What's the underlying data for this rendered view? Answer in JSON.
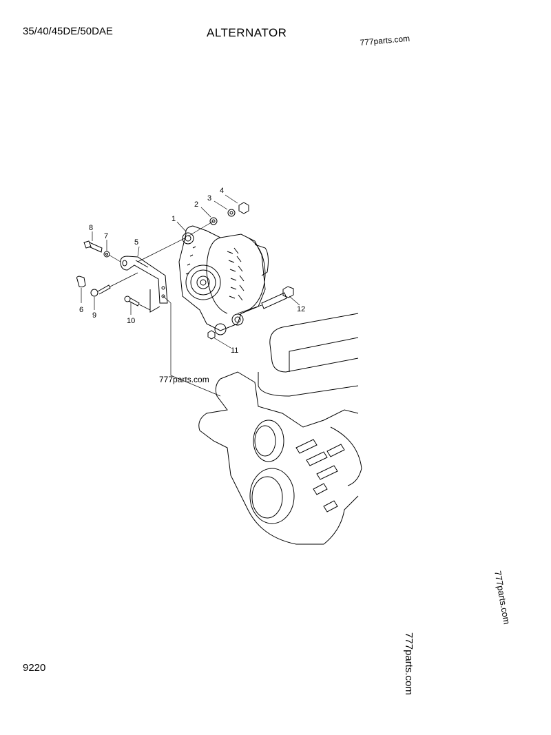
{
  "header": {
    "model": "35/40/45DE/50DAE",
    "title": "ALTERNATOR"
  },
  "footer": {
    "page_number": "9220"
  },
  "watermarks": [
    "777parts.com",
    "777parts.com",
    "777parts.com",
    "777parts.com"
  ],
  "callouts": [
    "1",
    "2",
    "3",
    "4",
    "5",
    "6",
    "7",
    "8",
    "9",
    "10",
    "11",
    "12"
  ]
}
